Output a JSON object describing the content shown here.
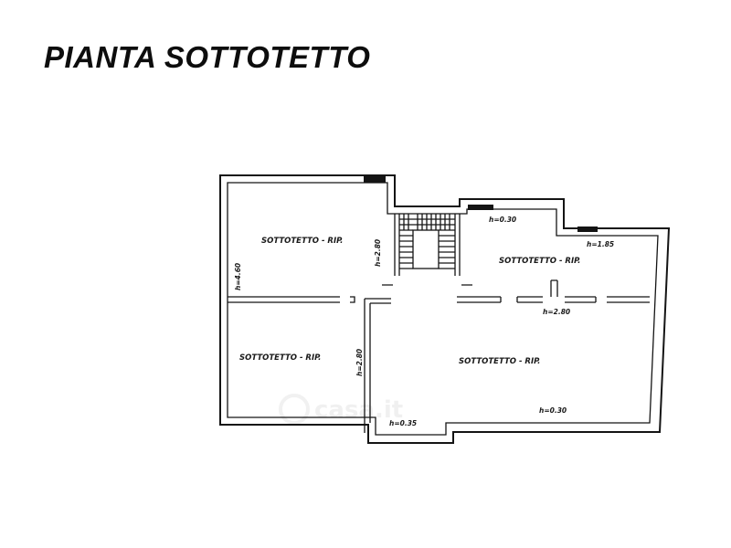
{
  "title": "PIANTA SOTTOTETTO",
  "rooms": [
    {
      "label": "SOTTOTETTO - RIP."
    },
    {
      "label": "SOTTOTETTO - RIP."
    },
    {
      "label": "SOTTOTETTO - RIP."
    },
    {
      "label": "SOTTOTETTO - RIP."
    }
  ],
  "heights": [
    {
      "label": "h=4.60"
    },
    {
      "label": "h=2.80"
    },
    {
      "label": "h=0.30"
    },
    {
      "label": "h=1.85"
    },
    {
      "label": "h=2.80"
    },
    {
      "label": "h=2.80"
    },
    {
      "label": "h=0.30"
    },
    {
      "label": "h=0.35"
    }
  ],
  "watermark": "casa.it"
}
